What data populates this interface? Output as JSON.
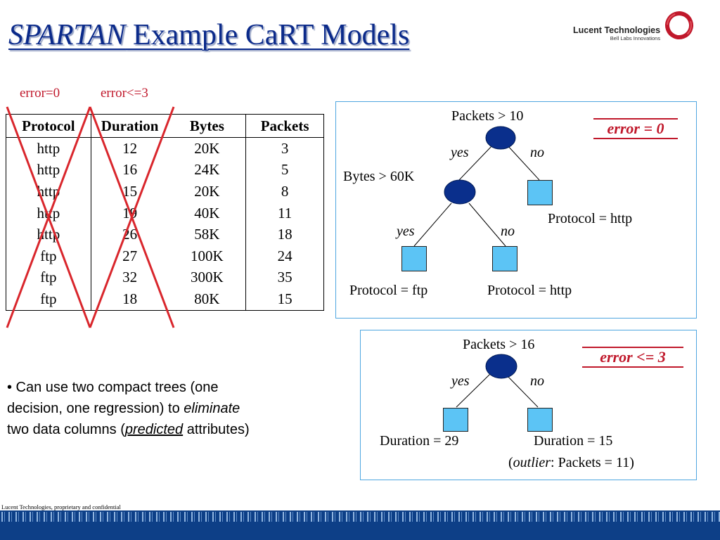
{
  "slide": {
    "title_italic": "SPARTAN",
    "title_rest": " Example  CaRT Models",
    "logo": {
      "name": "Lucent Technologies",
      "tagline": "Bell Labs Innovations",
      "ring_color": "#c0182b"
    },
    "error_labels": [
      "error=0",
      "error<=3"
    ],
    "table": {
      "headers": [
        "Protocol",
        "Duration",
        "Bytes",
        "Packets"
      ],
      "rows": [
        [
          "http",
          "12",
          "20K",
          "3"
        ],
        [
          "http",
          "16",
          "24K",
          "5"
        ],
        [
          "http",
          "15",
          "20K",
          "8"
        ],
        [
          "http",
          "19",
          "40K",
          "11"
        ],
        [
          "http",
          "26",
          "58K",
          "18"
        ],
        [
          "ftp",
          "27",
          "100K",
          "24"
        ],
        [
          "ftp",
          "32",
          "300K",
          "35"
        ],
        [
          "ftp",
          "18",
          "80K",
          "15"
        ]
      ]
    },
    "tree1": {
      "root_label": "Packets > 10",
      "inner_label": "Bytes > 60K",
      "yes": "yes",
      "no": "no",
      "leaf_right": "Protocol = http",
      "leaf_left_left": "Protocol = ftp",
      "leaf_left_right": "Protocol = http",
      "error": "error =  0"
    },
    "tree2": {
      "root_label": "Packets > 16",
      "yes": "yes",
      "no": "no",
      "leaf_left": "Duration = 29",
      "leaf_right": "Duration = 15",
      "outlier_prefix": "(",
      "outlier_word": "outlier",
      "outlier_rest": ": Packets = 11)",
      "error": "error  <=  3"
    },
    "bullet": {
      "line1": "• Can  use  two  compact trees   (one",
      "line2_pre": "decision, one regression)  to  ",
      "line2_em": "eliminate",
      "line3_pre": "two data columns  (",
      "line3_em": "predicted",
      "line3_post": " attributes)"
    },
    "footer": "Lucent Technologies, proprietary and confidential",
    "colors": {
      "title": "#0b2a8a",
      "cross": "#d9262c",
      "node_circle": "#0a2f8c",
      "leaf_square": "#5cc4f5",
      "box_border": "#4fa6e0",
      "error_red": "#c0182b",
      "footer_bar": "#0d3f87"
    }
  }
}
